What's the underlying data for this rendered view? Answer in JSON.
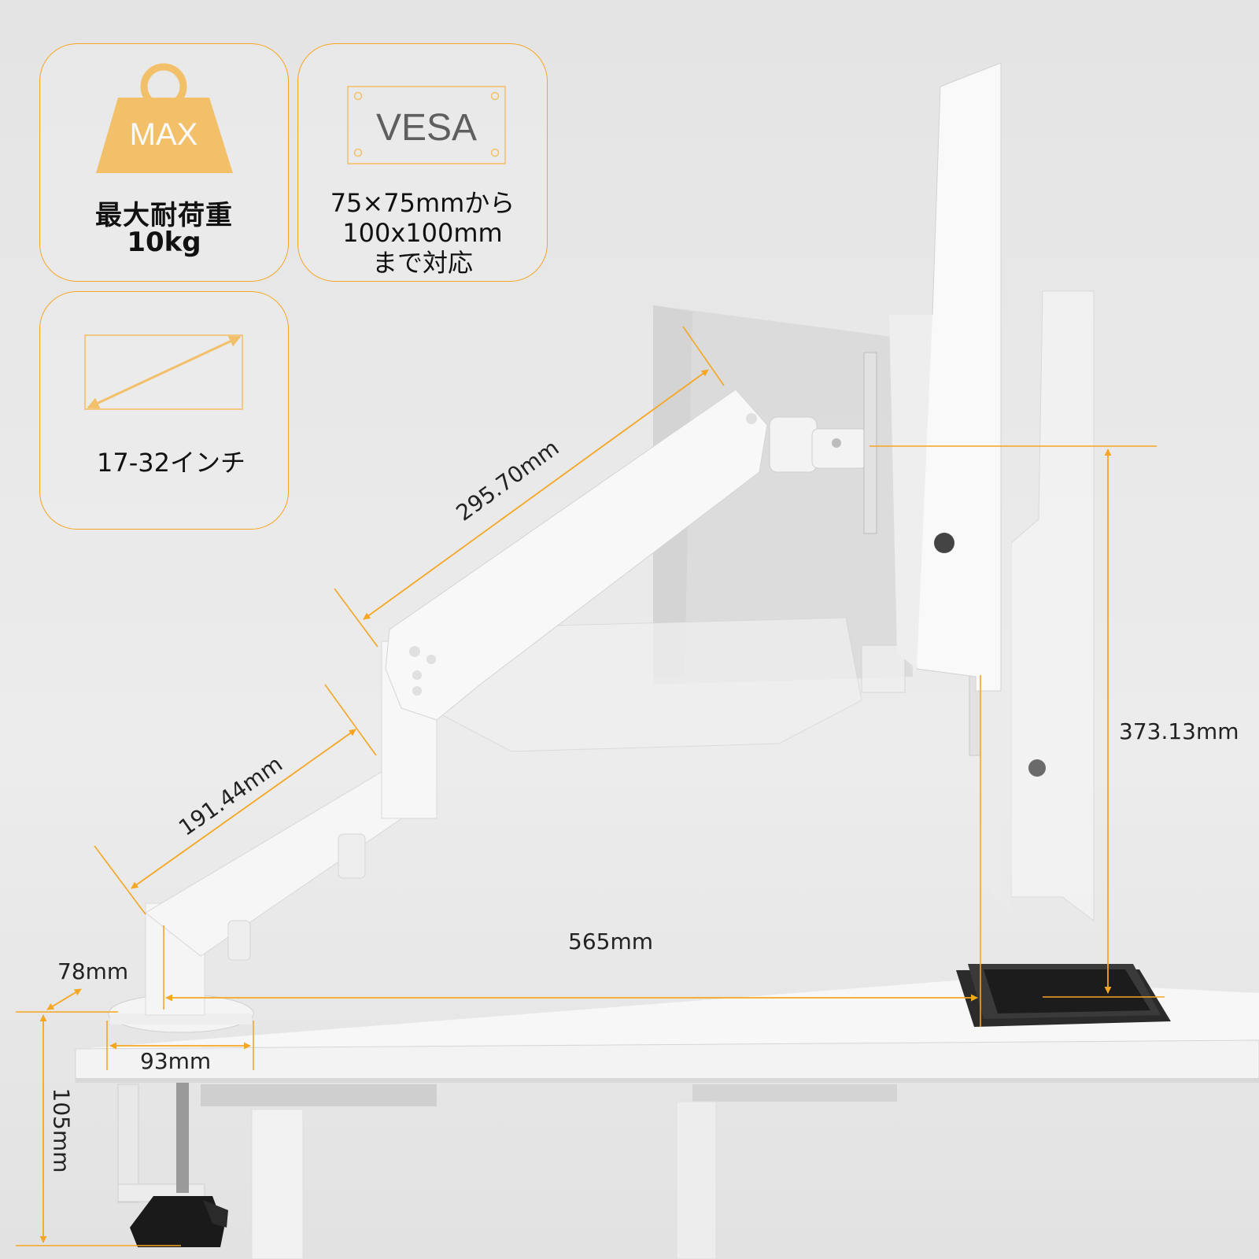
{
  "cards": {
    "weight": {
      "icon": "weight-icon",
      "icon_text": "MAX",
      "label": "最大耐荷重",
      "value": "10kg"
    },
    "vesa": {
      "icon": "vesa-plate-icon",
      "icon_text": "VESA",
      "line1": "75×75mmから",
      "line2": "100x100mm",
      "line3": "まで対応"
    },
    "size": {
      "icon": "screen-diagonal-icon",
      "label": "17-32インチ"
    }
  },
  "dimensions": {
    "upper_arm": "295.70mm",
    "lower_arm": "191.44mm",
    "height": "373.13mm",
    "reach": "565mm",
    "depth": "78mm",
    "base_width": "93mm",
    "clamp": "105mm"
  },
  "colors": {
    "accent": "#f5a623"
  }
}
